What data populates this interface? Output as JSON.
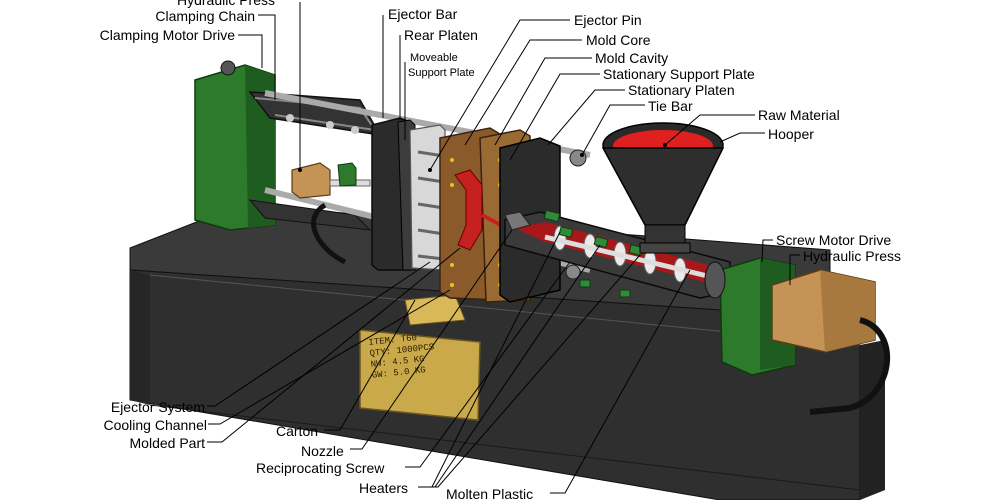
{
  "labels": {
    "hydraulic_press_top": "Hydraulic Press",
    "clamping_chain": "Clamping Chain",
    "clamping_motor_drive": "Clamping Motor Drive",
    "ejector_bar": "Ejector Bar",
    "rear_platen": "Rear Platen",
    "moveable_support_plate_1": "Moveable",
    "moveable_support_plate_2": "Support Plate",
    "ejector_pin": "Ejector Pin",
    "mold_core": "Mold Core",
    "mold_cavity": "Mold Cavity",
    "stationary_support_plate": "Stationary Support Plate",
    "stationary_platen": "Stationary Platen",
    "tie_bar": "Tie Bar",
    "raw_material": "Raw Material",
    "hooper": "Hooper",
    "screw_motor_drive": "Screw Motor Drive",
    "hydraulic_press": "Hydraulic Press",
    "ejector_system": "Ejector System",
    "cooling_channel": "Cooling Channel",
    "molded_part": "Molded Part",
    "carton": "Carton",
    "nozzle": "Nozzle",
    "reciprocating_screw": "Reciprocating Screw",
    "heaters": "Heaters",
    "molten_plastic": "Molten Plastic"
  },
  "carton_label": {
    "line1": "ITEM: T60",
    "line2": "QTY: 1000PCS",
    "line3": "NW: 4.5 KG",
    "line4": "GW: 5.0 KG"
  }
}
